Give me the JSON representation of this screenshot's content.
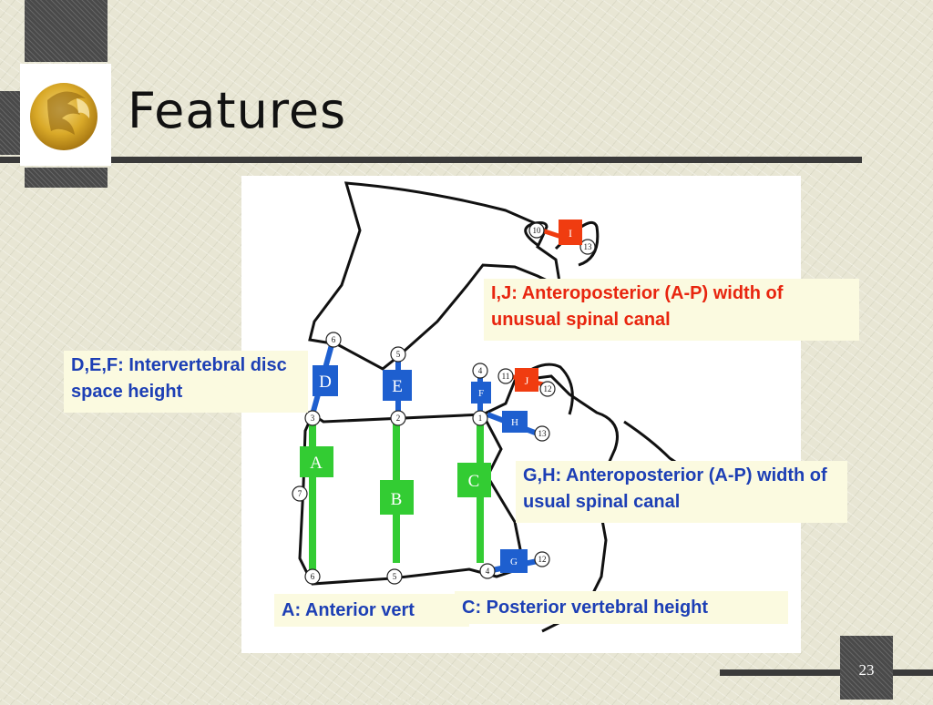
{
  "slide": {
    "title": "Features",
    "page_number": "23"
  },
  "callouts": {
    "ij": "I,J: Anteroposterior (A-P) width of unusual spinal canal",
    "def": "D,E,F: Intervertebral disc space height",
    "gh": "G,H: Anteroposterior (A-P) width of usual spinal canal",
    "a": "A: Anterior vert",
    "c": "C: Posterior vertebral height"
  },
  "labels": {
    "A": "A",
    "B": "B",
    "C": "C",
    "D": "D",
    "E": "E",
    "F": "F",
    "G": "G",
    "H": "H",
    "I": "I",
    "J": "J"
  },
  "points": {
    "p1": "1",
    "p2": "2",
    "p3": "3",
    "p4a": "4",
    "p4b": "4",
    "p5a": "5",
    "p5b": "5",
    "p6a": "6",
    "p6b": "6",
    "p7": "7",
    "p10": "10",
    "p11": "11",
    "p12a": "12",
    "p12b": "12",
    "p13a": "13",
    "p13b": "13"
  },
  "colors": {
    "green": "#33cc33",
    "blue": "#1e5fcf",
    "red": "#f03c10",
    "callout_red": "#e8250f",
    "callout_blue": "#1d3fb5"
  }
}
